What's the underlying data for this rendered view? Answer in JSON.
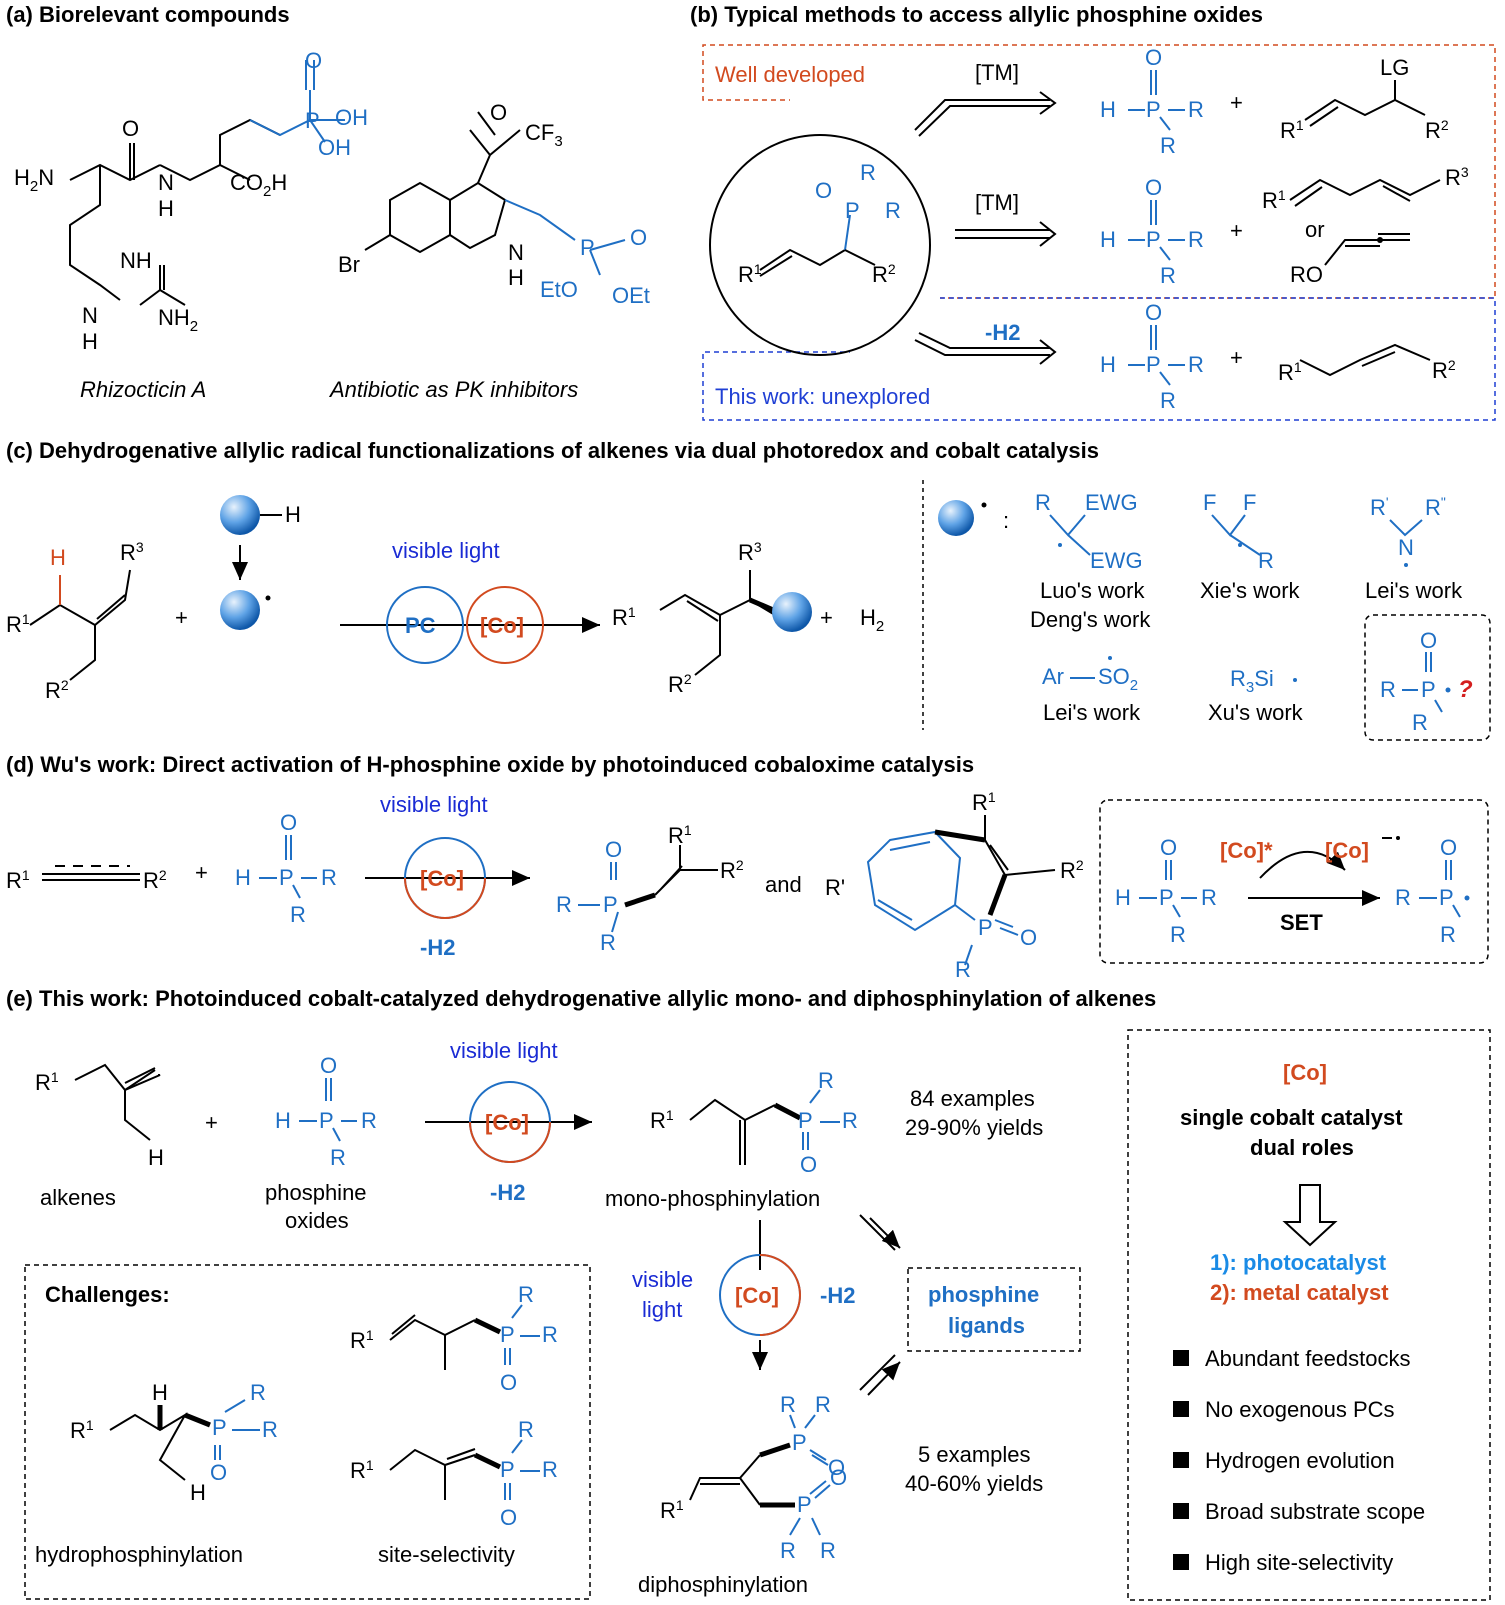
{
  "panel_a": {
    "title": "(a) Biorelevant compounds",
    "cmp1_name": "Rhizocticin A",
    "cmp2_name": "Antibiotic as PK inhibitors",
    "atoms1": [
      "H2N",
      "O",
      "N",
      "H",
      "CO2H",
      "NH",
      "N",
      "H",
      "NH2",
      "O",
      "P",
      "OH",
      "OH"
    ],
    "atoms2": [
      "O",
      "CF3",
      "Br",
      "N",
      "H",
      "O",
      "P",
      "EtO",
      "OEt"
    ]
  },
  "panel_b": {
    "title": "(b) Typical methods to access allylic phosphine oxides",
    "well_developed": "Well developed",
    "this_work": "This work: unexplored",
    "reagent1": "[TM]",
    "reagent2": "[TM]",
    "reagent3": "-H2",
    "or": "or",
    "plus": "+"
  },
  "panel_c": {
    "title": "(c) Dehydrogenative allylic radical functionalizations of alkenes via dual photoredox and cobalt catalysis",
    "visible_light": "visible light",
    "pc": "PC",
    "co": "[Co]",
    "h2": "H2",
    "works": [
      "Luo's work",
      "Deng's work",
      "Xie's work",
      "Lei's work",
      "Lei's work",
      "Xu's work"
    ],
    "question": "?"
  },
  "panel_d": {
    "title": "(d) Wu's work: Direct activation of H-phosphine oxide by photoinduced cobaloxime catalysis",
    "visible_light": "visible light",
    "co": "[Co]",
    "minus_h2": "-H2",
    "and": "and",
    "co_star": "[Co]*",
    "co_minus": "[Co]",
    "set": "SET"
  },
  "panel_e": {
    "title": "(e) This work: Photoinduced cobalt-catalyzed dehydrogenative allylic mono- and diphosphinylation of alkenes",
    "visible_light": "visible light",
    "visible_light2a": "visible",
    "visible_light2b": "light",
    "co": "[Co]",
    "minus_h2": "-H2",
    "alkenes": "alkenes",
    "phosphine_oxides_a": "phosphine",
    "phosphine_oxides_b": "oxides",
    "mono": "mono-phosphinylation",
    "di": "diphosphinylation",
    "examples1_a": "84 examples",
    "examples1_b": "29-90% yields",
    "examples2_a": "5 examples",
    "examples2_b": "40-60% yields",
    "ligands_a": "phosphine",
    "ligands_b": "ligands",
    "challenges": "Challenges:",
    "hydrophos": "hydrophosphinylation",
    "site_sel": "site-selectivity",
    "box_co": "[Co]",
    "box_line1": "single cobalt catalyst",
    "box_line2": "dual roles",
    "role1": "1): photocatalyst",
    "role2": "2): metal catalyst",
    "bullets": [
      "Abundant feedstocks",
      "No exogenous PCs",
      "Hydrogen evolution",
      "Broad substrate scope",
      "High site-selectivity"
    ]
  },
  "colors": {
    "blue": "#1f6fc4",
    "red": "#d24a1f",
    "black": "#000000"
  }
}
